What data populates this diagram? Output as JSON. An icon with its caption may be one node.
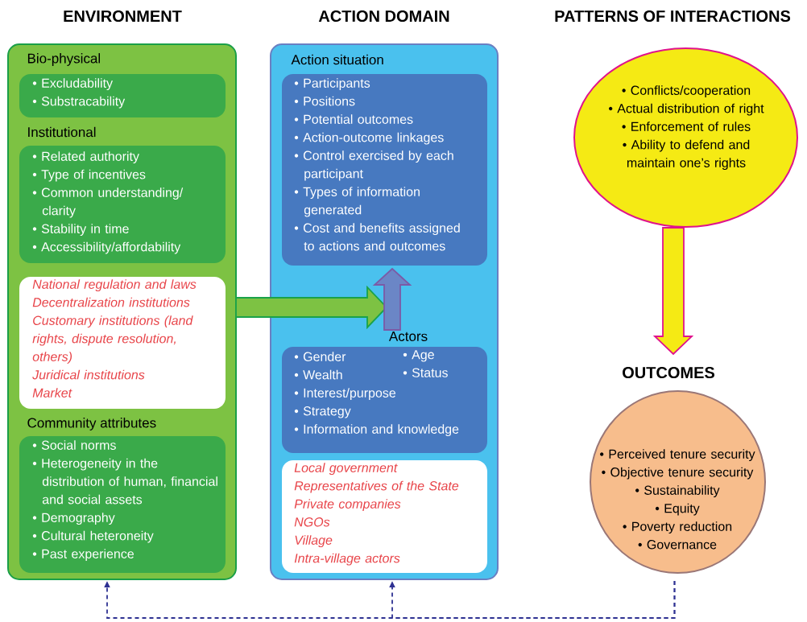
{
  "diagram": {
    "nodes": [
      {
        "text": [
          "ENVIRONMENT"
        ]
      },
      {
        "text": [
          "Bio-physical",
          "• Excludability",
          "• Substracability"
        ],
        "in": 0
      },
      {
        "text": [
          "Institutional",
          "• Related authority",
          "• Type of incentives",
          "• Common understanding/ clarity",
          "• Stability in time",
          "• Accessibility/affordability"
        ],
        "in": 0
      },
      {
        "text": [
          "National regulation and laws",
          "Decentralization institutions",
          "Customary institutions (land rights, dispute resolution, others)",
          "Juridical institutions",
          "Market"
        ],
        "in": 0
      },
      {
        "text": [
          "Community attributes",
          "• Social norms",
          "• Heterogeneity in the distribution of human, financial and social assets",
          "• Demography",
          "• Cultural heteroneity",
          "• Past experience"
        ],
        "in": 0
      },
      {
        "text": [
          "ACTION DOMAIN"
        ]
      },
      {
        "text": [
          "Action situation",
          "• Participants",
          "• Positions",
          "• Potential outcomes",
          "• Action-outcome linkages",
          "• Control exercised by each participant",
          "• Types of information generated",
          "• Cost and benefits assigned to actions and outcomes"
        ],
        "in": 5
      },
      {
        "text": [
          "Actors",
          "• Gender",
          "• Age",
          "• Wealth",
          "• Status",
          "• Interest/purpose",
          "• Strategy",
          "• Information and knowledge"
        ],
        "in": 5
      },
      {
        "text": [
          "Local government",
          "Representatives of the State",
          "Private companies",
          "NGOs",
          "Village",
          "Intra-village actors"
        ],
        "in": 5
      },
      {
        "text": [
          "PATTERNS OF INTERACTIONS",
          "• Conflicts/cooperation",
          "• Actual distribution of right",
          "• Enforcement of rules",
          "• Ability to defend and maintain one’s rights"
        ]
      },
      {
        "text": [
          "OUTCOMES",
          "• Perceived tenure security",
          "• Objective tenure security",
          "• Sustainability",
          "• Equity",
          "• Poverty reduction",
          "• Governance"
        ]
      }
    ],
    "edges": [
      {
        "from": 0,
        "to": 5,
        "arrow": "to",
        "style": "thick",
        "color": "#7dc243"
      },
      {
        "from": 7,
        "to": 6,
        "arrow": "to",
        "style": "thick",
        "color": "#6b86c6"
      },
      {
        "from": 9,
        "to": 10,
        "arrow": "to",
        "style": "thick",
        "color": "#f5ea14"
      },
      {
        "from": 10,
        "to": 0,
        "arrow": "to",
        "style": "dashed",
        "color": "#2e3192"
      },
      {
        "from": 10,
        "to": 5,
        "arrow": "to",
        "style": "dashed",
        "color": "#2e3192"
      }
    ]
  }
}
